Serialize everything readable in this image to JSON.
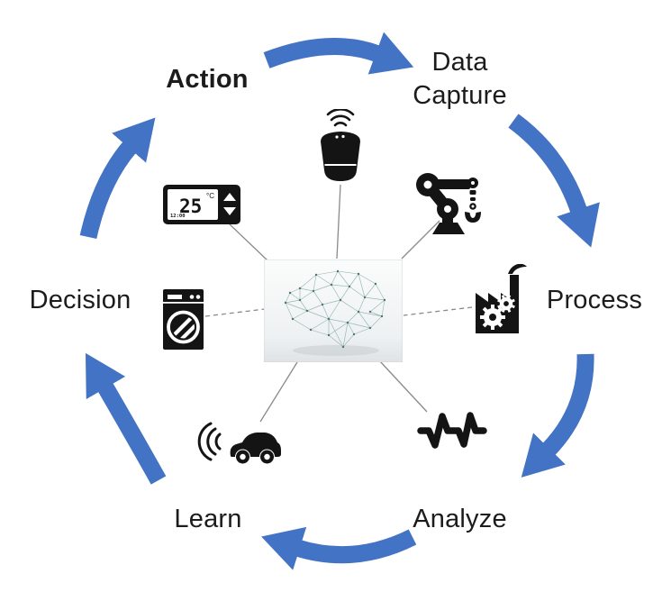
{
  "diagram": {
    "type": "cycle",
    "description": "AI / IoT closed-loop cycle diagram with central brain and device icons",
    "stages": {
      "action": "Action",
      "data_capture_line1": "Data",
      "data_capture_line2": "Capture",
      "process": "Process",
      "analyze": "Analyze",
      "learn": "Learn",
      "decision": "Decision"
    },
    "cycle_order": [
      "Action",
      "Data Capture",
      "Process",
      "Analyze",
      "Learn",
      "Decision"
    ]
  },
  "thermostat": {
    "temperature": "25",
    "unit": "°C",
    "time": "12:00"
  },
  "icons": {
    "center": "ai-brain-wireframe",
    "devices": [
      "smart-thermostat",
      "smart-speaker",
      "robot-arm",
      "factory",
      "signal-waveform",
      "connected-car",
      "washing-machine"
    ]
  },
  "colors": {
    "arrow_blue": "#4373C4",
    "icon_black": "#141414",
    "connector_gray": "#8a8a8a",
    "text": "#1c1c1c"
  }
}
